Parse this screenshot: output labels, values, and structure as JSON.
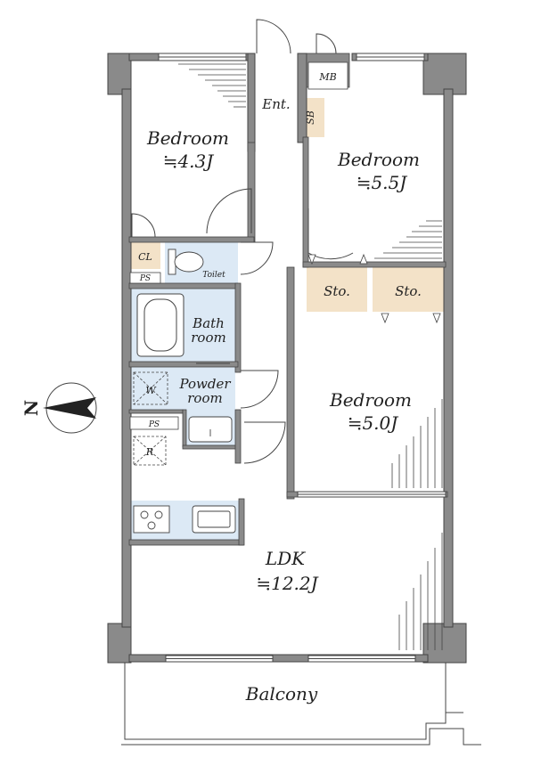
{
  "rooms": {
    "bedroom1": {
      "name": "Bedroom",
      "size": "≒4.3J"
    },
    "bedroom2": {
      "name": "Bedroom",
      "size": "≒5.5J"
    },
    "bedroom3": {
      "name": "Bedroom",
      "size": "≒5.0J"
    },
    "ldk": {
      "name": "LDK",
      "size": "≒12.2J"
    },
    "entrance": "Ent.",
    "mb": "MB",
    "sb": "SB",
    "cl": "CL",
    "ps1": "PS",
    "ps2": "PS",
    "toilet": "Toilet",
    "bath1": "Bath",
    "bath2": "room",
    "powder1": "Powder",
    "powder2": "room",
    "washer": "W",
    "fridge": "R",
    "storage1": "Sto.",
    "storage2": "Sto.",
    "balcony": "Balcony"
  },
  "compass": {
    "label": "N"
  },
  "colors": {
    "wall": "#8a8a8a",
    "wall_stroke": "#444444",
    "wet_area": "#dce9f5",
    "storage": "#f3e2c8"
  }
}
